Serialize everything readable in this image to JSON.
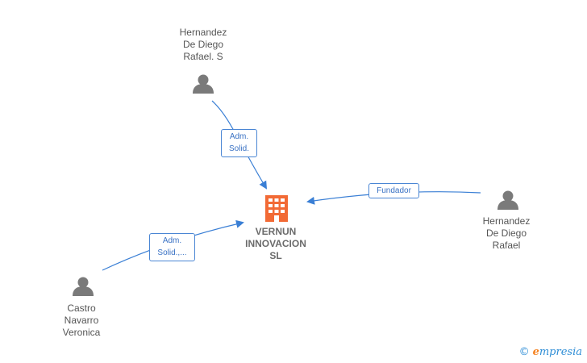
{
  "company": {
    "name": "VERNUN\nINNOVACION\nSL",
    "icon": "building-icon",
    "color": "#f26a35"
  },
  "people": [
    {
      "id": "hernandez-s",
      "name": "Hernandez\nDe Diego\nRafael.  S",
      "icon": "person-icon"
    },
    {
      "id": "hernandez-rafael",
      "name": "Hernandez\nDe Diego\nRafael",
      "icon": "person-icon"
    },
    {
      "id": "castro",
      "name": "Castro\nNavarro\nVeronica",
      "icon": "person-icon"
    }
  ],
  "relations": [
    {
      "from": "hernandez-s",
      "label": "Adm.\nSolid."
    },
    {
      "from": "hernandez-rafael",
      "label": "Fundador"
    },
    {
      "from": "castro",
      "label": "Adm.\nSolid.,..."
    }
  ],
  "brand": {
    "symbol": "©",
    "initial": "e",
    "rest": "mpresia"
  },
  "colors": {
    "edge": "#3a7fd5",
    "person": "#7a7a7a",
    "company": "#f26a35"
  }
}
